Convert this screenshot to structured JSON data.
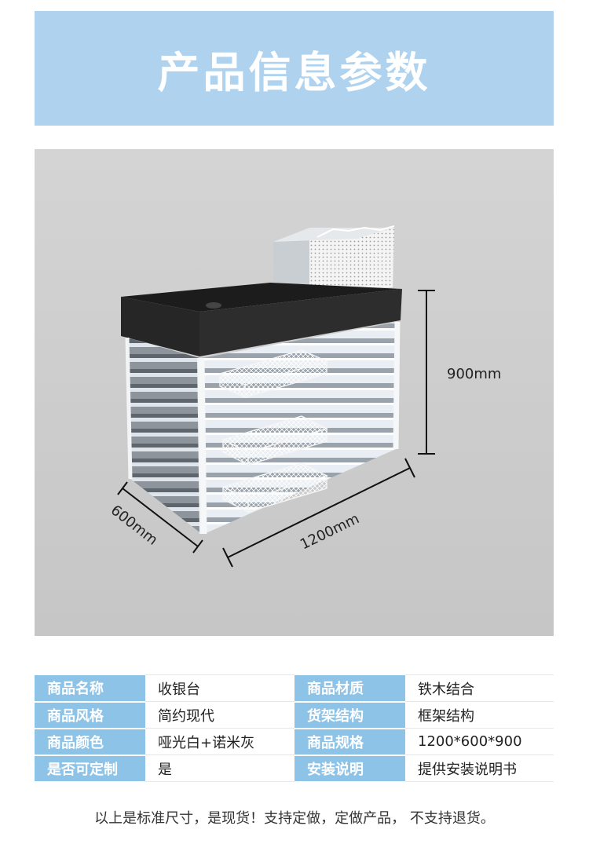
{
  "header": {
    "title": "产品信息参数"
  },
  "dimensions": {
    "height": "900mm",
    "width": "1200mm",
    "depth": "600mm"
  },
  "colors": {
    "header_bg": "#afd3ee",
    "key_cell_bg": "#8ec3e8",
    "photo_bg": "#cfcfcf"
  },
  "params": [
    {
      "k1": "商品名称",
      "v1": "收银台",
      "k2": "商品材质",
      "v2": "铁木结合"
    },
    {
      "k1": "商品风格",
      "v1": "简约现代",
      "k2": "货架结构",
      "v2": "框架结构"
    },
    {
      "k1": "商品颜色",
      "v1": "哑光白+诺米灰",
      "k2": "商品规格",
      "v2": "1200*600*900"
    },
    {
      "k1": "是否可定制",
      "v1": "是",
      "k2": "安装说明",
      "v2": "提供安装说明书"
    }
  ],
  "note": "以上是标准尺寸，是现货！支持定做，定做产品， 不支持退货。"
}
